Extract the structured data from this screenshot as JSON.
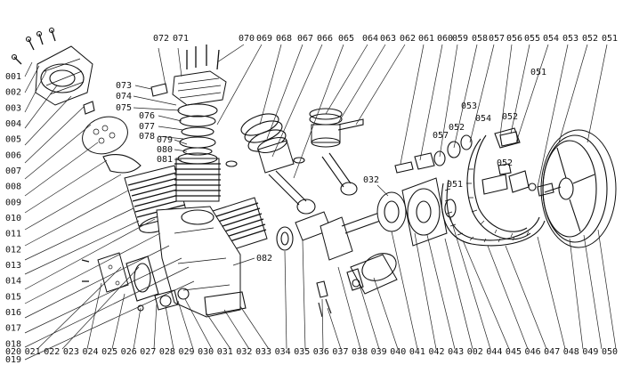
{
  "diagram": {
    "callouts": {
      "left": [
        "001",
        "002",
        "003",
        "004",
        "005",
        "006",
        "007",
        "008",
        "009",
        "010",
        "011",
        "012",
        "013",
        "014",
        "015",
        "016",
        "017",
        "018",
        "019"
      ],
      "bottom": [
        "020",
        "021",
        "022",
        "023",
        "024",
        "025",
        "026",
        "027",
        "028",
        "029",
        "030",
        "031",
        "032",
        "033",
        "034",
        "035",
        "036",
        "037",
        "038",
        "039",
        "040",
        "041",
        "042",
        "043",
        "002",
        "044",
        "045",
        "046",
        "047",
        "048",
        "049",
        "050"
      ],
      "top": [
        "072",
        "071",
        "070",
        "069",
        "068",
        "067",
        "066",
        "065",
        "064",
        "063",
        "062",
        "061",
        "060",
        "059",
        "058",
        "057",
        "056",
        "055",
        "054",
        "053",
        "052",
        "051"
      ],
      "inner": {
        "073": "073",
        "074": "074",
        "075": "075",
        "076": "076",
        "077": "077",
        "078": "078",
        "079": "079",
        "080": "080",
        "081": "081",
        "082": "082",
        "032": "032",
        "053": "053",
        "054": "054",
        "052a": "052",
        "057": "057",
        "052b": "052",
        "052c": "052",
        "051a": "051",
        "051b": "051"
      }
    }
  }
}
